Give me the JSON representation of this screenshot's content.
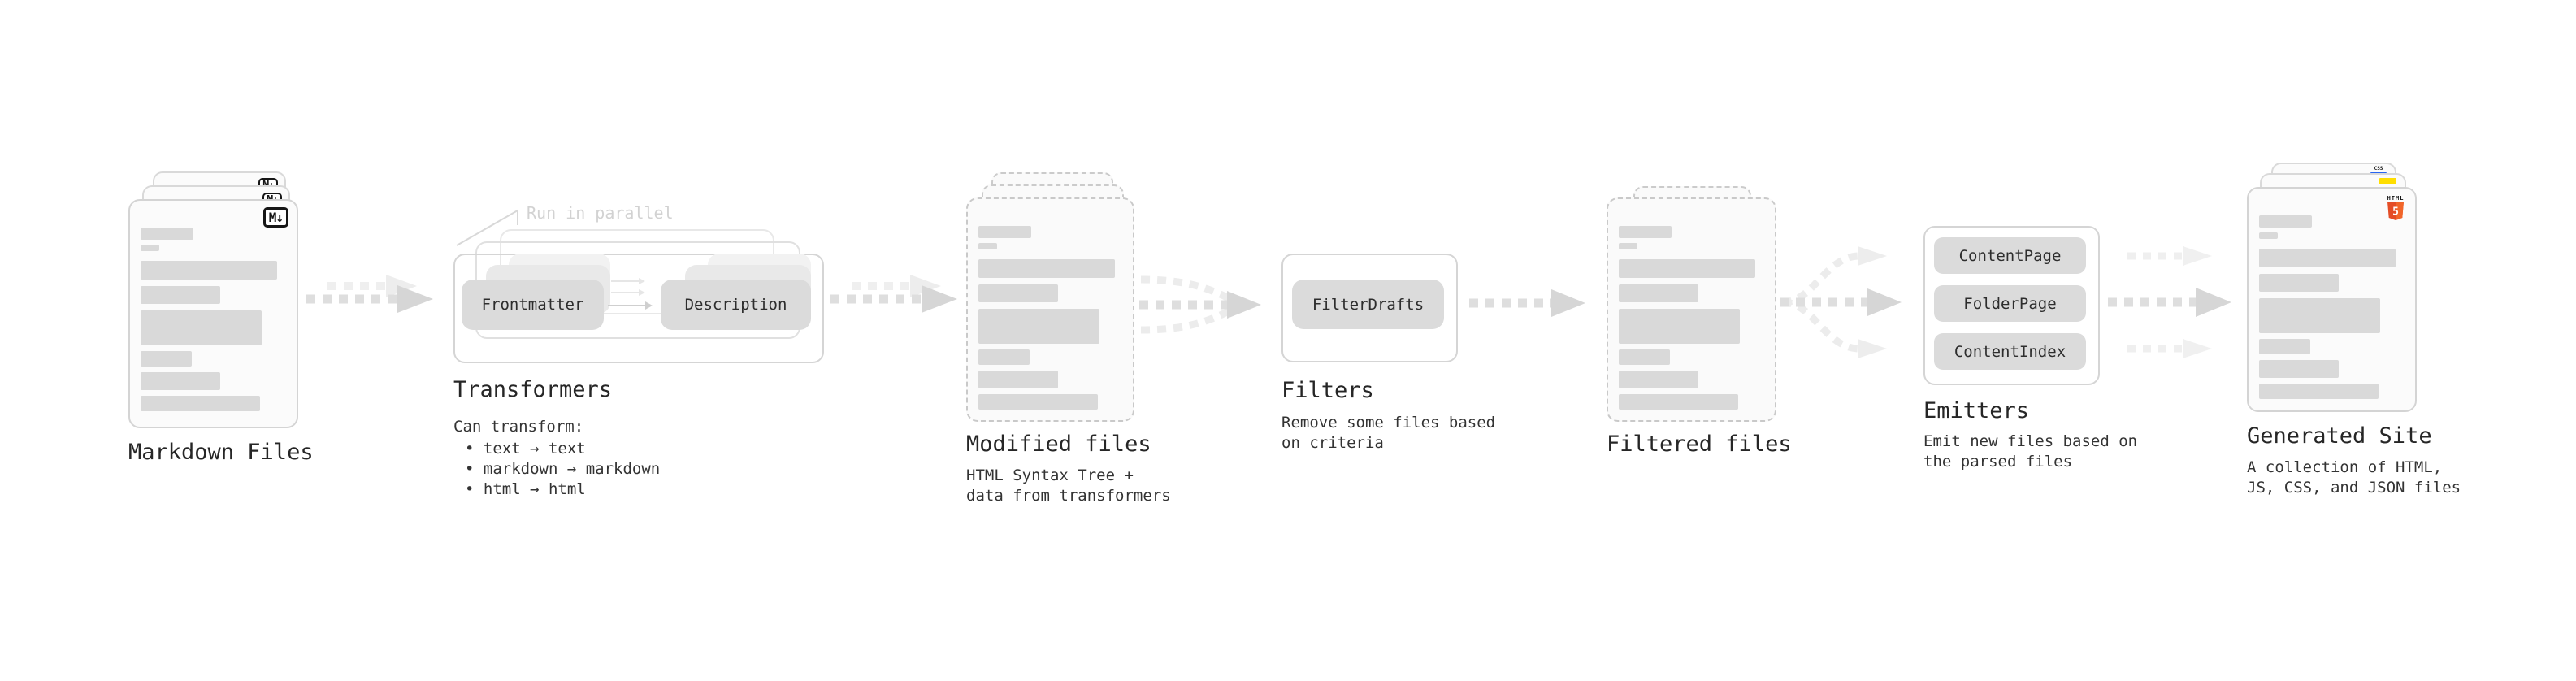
{
  "stages": {
    "markdown_files": {
      "label": "Markdown Files"
    },
    "transformers": {
      "label": "Transformers",
      "annotation": "Run in parallel",
      "transformer1": "Frontmatter",
      "transformer2": "Description",
      "description_intro": "Can transform:",
      "bullets": [
        "• text → text",
        "• markdown → markdown",
        "• html → html"
      ]
    },
    "modified_files": {
      "label": "Modified files",
      "description": "HTML Syntax Tree +\ndata from transformers"
    },
    "filters": {
      "label": "Filters",
      "filter1": "FilterDrafts",
      "description": "Remove some files based\non criteria"
    },
    "filtered_files": {
      "label": "Filtered files"
    },
    "emitters": {
      "label": "Emitters",
      "emitter1": "ContentPage",
      "emitter2": "FolderPage",
      "emitter3": "ContentIndex",
      "description": "Emit new files based on\nthe parsed files"
    },
    "generated_site": {
      "label": "Generated Site",
      "description": "A collection of HTML,\nJS, CSS, and JSON files"
    }
  },
  "icons": {
    "markdown_badge": "M↓",
    "css_label": "CSS",
    "html5_title": "HTML",
    "html5_digit": "5"
  },
  "colors": {
    "markdown_black": "#161616",
    "html5_orange": "#e44d26",
    "html5_orange_light": "#f16529",
    "js_yellow": "#ffde00",
    "css_blue": "#2965f1",
    "placeholder_gray": "#d9d9d9"
  }
}
